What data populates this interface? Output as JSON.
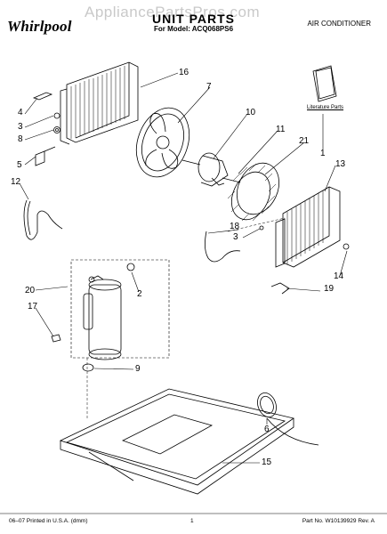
{
  "header": {
    "brand": "Whirlpool",
    "watermark": "AppliancePartsPros.com",
    "title": "UNIT PARTS",
    "subtitle": "For Model: ACQ068PS6",
    "category": "AIR CONDITIONER"
  },
  "literature_label": "Literature Parts",
  "callouts": [
    "16",
    "7",
    "4",
    "3",
    "8",
    "10",
    "11",
    "21",
    "1",
    "13",
    "5",
    "12",
    "18",
    "3",
    "14",
    "19",
    "20",
    "2",
    "17",
    "9",
    "6",
    "15"
  ],
  "footer": {
    "printed": "06–07 Printed in U.S.A. (dmm)",
    "page": "1",
    "part_no": "Part No. W10139929 Rev. A"
  }
}
